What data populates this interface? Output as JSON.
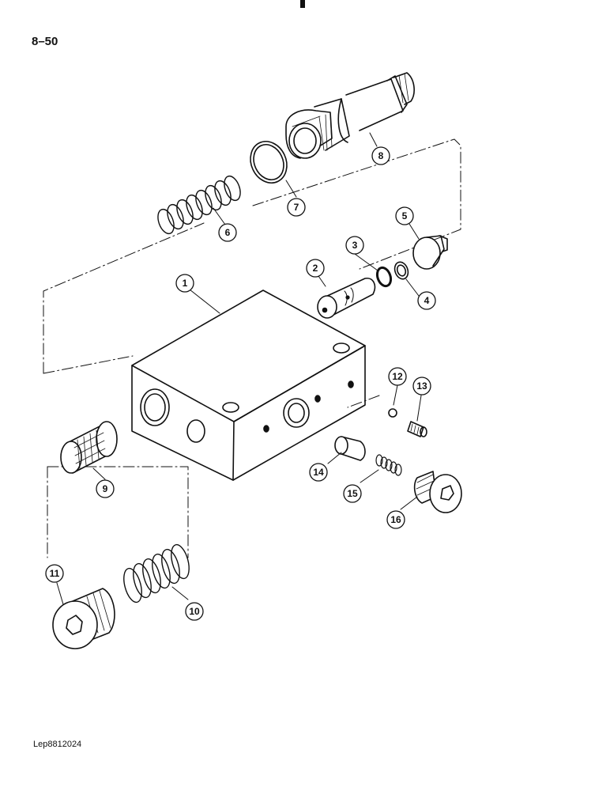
{
  "page": {
    "page_number": "8–50",
    "reference_code": "Lep8812024"
  },
  "callouts": [
    {
      "id": "c1",
      "label": "1"
    },
    {
      "id": "c2",
      "label": "2"
    },
    {
      "id": "c3",
      "label": "3"
    },
    {
      "id": "c4",
      "label": "4"
    },
    {
      "id": "c5",
      "label": "5"
    },
    {
      "id": "c6",
      "label": "6"
    },
    {
      "id": "c7",
      "label": "7"
    },
    {
      "id": "c8",
      "label": "8"
    },
    {
      "id": "c9",
      "label": "9"
    },
    {
      "id": "c10",
      "label": "10"
    },
    {
      "id": "c11",
      "label": "11"
    },
    {
      "id": "c12",
      "label": "12"
    },
    {
      "id": "c13",
      "label": "13"
    },
    {
      "id": "c14",
      "label": "14"
    },
    {
      "id": "c15",
      "label": "15"
    },
    {
      "id": "c16",
      "label": "16"
    }
  ]
}
